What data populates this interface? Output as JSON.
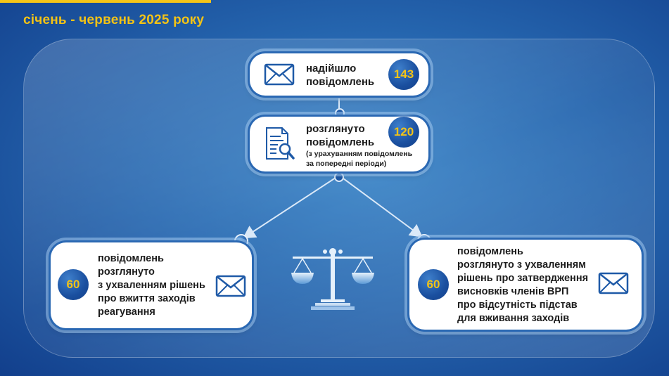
{
  "header": {
    "period": "січень - червень 2025 року"
  },
  "boxes": {
    "received": {
      "label_line1": "надійшло",
      "label_line2": "повідомлень",
      "count": "143"
    },
    "reviewed": {
      "label_line1": "розглянуто",
      "label_line2": "повідомлень",
      "note_line1": "(з урахуванням повідомлень",
      "note_line2": "за попередні періоди)",
      "count": "120"
    },
    "measures": {
      "count": "60",
      "lines": [
        "повідомлень",
        "розглянуто",
        "з ухваленням рішень",
        "про вжиття заходів",
        "реагування"
      ]
    },
    "no_grounds": {
      "count": "60",
      "lines": [
        "повідомлень",
        "розглянуто з ухваленням",
        "рішень про затвердження",
        "висновків членів ВРП",
        "про відсутність підстав",
        "для вживання заходів"
      ]
    }
  },
  "icons": {
    "received": "envelope-icon",
    "reviewed": "document-magnifier-icon",
    "measures": "envelope-icon",
    "no_grounds": "envelope-icon",
    "center": "scales-of-justice-icon"
  },
  "colors": {
    "accent_yellow": "#f3c316",
    "primary_blue": "#1f5aa7",
    "background_blue": "#2667b0"
  }
}
